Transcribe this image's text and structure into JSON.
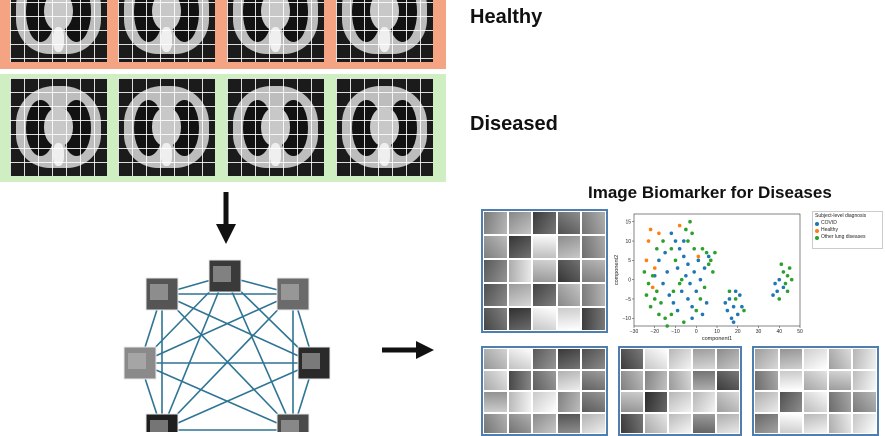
{
  "rows": {
    "healthy_label": "Healthy",
    "diseased_label": "Diseased"
  },
  "biomarker": {
    "title": "Image Biomarker for Diseases"
  },
  "colors": {
    "healthy_band": "#f4a483",
    "diseased_band": "#cfeec1",
    "graph_edge": "#2e7494",
    "panel_border": "#4f7fae",
    "covid": "#1f77b4",
    "healthy": "#ff7f0e",
    "other": "#2ca02c"
  },
  "chart_data": {
    "type": "scatter",
    "xlabel": "component1",
    "ylabel": "component2",
    "xlim": [
      -30,
      50
    ],
    "ylim": [
      -12,
      17
    ],
    "xticks": [
      -30,
      -20,
      -10,
      0,
      10,
      20,
      30,
      40,
      50
    ],
    "yticks": [
      -10,
      -5,
      0,
      5,
      10,
      15
    ],
    "legend_title": "Subject-level diagnosis",
    "legend_placement": "outside-right",
    "series": [
      {
        "name": "COVID",
        "color": "#1f77b4",
        "points": [
          [
            -12,
            12
          ],
          [
            -10,
            10
          ],
          [
            -8,
            8
          ],
          [
            -6,
            6
          ],
          [
            -4,
            4
          ],
          [
            -9,
            3
          ],
          [
            -5,
            1
          ],
          [
            -3,
            -1
          ],
          [
            -7,
            -3
          ],
          [
            -4,
            -5
          ],
          [
            -2,
            -7
          ],
          [
            0,
            -3
          ],
          [
            2,
            0
          ],
          [
            4,
            3
          ],
          [
            6,
            6
          ],
          [
            5,
            -6
          ],
          [
            3,
            -9
          ],
          [
            -14,
            2
          ],
          [
            -16,
            -1
          ],
          [
            -13,
            -4
          ],
          [
            -11,
            -6
          ],
          [
            -18,
            5
          ],
          [
            -20,
            1
          ],
          [
            -15,
            7
          ],
          [
            16,
            -5
          ],
          [
            18,
            -7
          ],
          [
            20,
            -9
          ],
          [
            17,
            -10
          ],
          [
            21,
            -4
          ],
          [
            15,
            -8
          ],
          [
            19,
            -3
          ],
          [
            14,
            -6
          ],
          [
            22,
            -7
          ],
          [
            18,
            -11
          ],
          [
            38,
            -1
          ],
          [
            39,
            -3
          ],
          [
            40,
            0
          ],
          [
            42,
            -2
          ],
          [
            37,
            -4
          ],
          [
            -1,
            2
          ],
          [
            1,
            5
          ],
          [
            -6,
            10
          ],
          [
            -2,
            -10
          ],
          [
            -9,
            -8
          ]
        ]
      },
      {
        "name": "Healthy",
        "color": "#ff7f0e",
        "points": [
          [
            -22,
            13
          ],
          [
            -23,
            10
          ],
          [
            -20,
            3
          ],
          [
            -24,
            5
          ],
          [
            -21,
            -2
          ],
          [
            -18,
            12
          ],
          [
            -8,
            14
          ],
          [
            1,
            6
          ]
        ]
      },
      {
        "name": "Other lung diseases",
        "color": "#2ca02c",
        "points": [
          [
            -24,
            -4
          ],
          [
            -22,
            -7
          ],
          [
            -20,
            -5
          ],
          [
            -18,
            -9
          ],
          [
            -23,
            -1
          ],
          [
            -21,
            1
          ],
          [
            -25,
            2
          ],
          [
            -19,
            -3
          ],
          [
            -17,
            -6
          ],
          [
            -15,
            -10
          ],
          [
            -14,
            -12
          ],
          [
            -12,
            -9
          ],
          [
            -11,
            -3
          ],
          [
            -7,
            0
          ],
          [
            -5,
            13
          ],
          [
            -3,
            15
          ],
          [
            -4,
            10
          ],
          [
            -2,
            12
          ],
          [
            -1,
            8
          ],
          [
            3,
            8
          ],
          [
            5,
            7
          ],
          [
            7,
            5
          ],
          [
            8,
            2
          ],
          [
            6,
            4
          ],
          [
            4,
            -2
          ],
          [
            2,
            -5
          ],
          [
            0,
            -8
          ],
          [
            -6,
            -11
          ],
          [
            -10,
            5
          ],
          [
            -12,
            8
          ],
          [
            16,
            -3
          ],
          [
            19,
            -5
          ],
          [
            23,
            -8
          ],
          [
            42,
            2
          ],
          [
            44,
            1
          ],
          [
            45,
            3
          ],
          [
            43,
            -1
          ],
          [
            41,
            4
          ],
          [
            46,
            0
          ],
          [
            40,
            -5
          ],
          [
            44,
            -3
          ],
          [
            -16,
            10
          ],
          [
            -19,
            8
          ],
          [
            9,
            7
          ],
          [
            -8,
            -1
          ]
        ]
      }
    ]
  }
}
